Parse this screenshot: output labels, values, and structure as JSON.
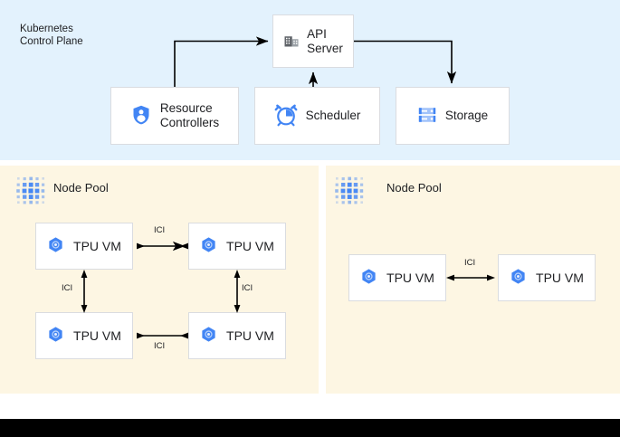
{
  "control_plane": {
    "title": "Kubernetes\nControl Plane",
    "background_color": "#e3f2fd",
    "components": [
      {
        "id": "api-server",
        "label": "API\nServer",
        "icon": "building-icon"
      },
      {
        "id": "resource-controllers",
        "label": "Resource\nControllers",
        "icon": "shield-user-icon"
      },
      {
        "id": "scheduler",
        "label": "Scheduler",
        "icon": "alarm-clock-icon"
      },
      {
        "id": "storage",
        "label": "Storage",
        "icon": "server-rack-icon"
      }
    ],
    "connections": [
      {
        "from": "resource-controllers",
        "to": "api-server",
        "direction": "to"
      },
      {
        "from": "scheduler",
        "to": "api-server",
        "direction": "to"
      },
      {
        "from": "api-server",
        "to": "storage",
        "direction": "to"
      }
    ]
  },
  "node_pools": [
    {
      "id": "node-pool-left",
      "title": "Node Pool",
      "icon": "dot-matrix-icon",
      "background_color": "#fdf6e3",
      "vms": [
        {
          "id": "tpu-l-tl",
          "label": "TPU VM",
          "icon": "tpu-hexagon-icon"
        },
        {
          "id": "tpu-l-tr",
          "label": "TPU VM",
          "icon": "tpu-hexagon-icon"
        },
        {
          "id": "tpu-l-bl",
          "label": "TPU VM",
          "icon": "tpu-hexagon-icon"
        },
        {
          "id": "tpu-l-br",
          "label": "TPU VM",
          "icon": "tpu-hexagon-icon"
        }
      ],
      "links": [
        {
          "id": "ici-l-top",
          "label": "ICI",
          "from": "tpu-l-tl",
          "to": "tpu-l-tr",
          "direction": "bidirectional"
        },
        {
          "id": "ici-l-bottom",
          "label": "ICI",
          "from": "tpu-l-bl",
          "to": "tpu-l-br",
          "direction": "bidirectional"
        },
        {
          "id": "ici-l-left",
          "label": "ICI",
          "from": "tpu-l-tl",
          "to": "tpu-l-bl",
          "direction": "bidirectional"
        },
        {
          "id": "ici-l-right",
          "label": "ICI",
          "from": "tpu-l-tr",
          "to": "tpu-l-br",
          "direction": "bidirectional"
        }
      ]
    },
    {
      "id": "node-pool-right",
      "title": "Node Pool",
      "icon": "dot-matrix-icon",
      "background_color": "#fdf6e3",
      "vms": [
        {
          "id": "tpu-r-l",
          "label": "TPU VM",
          "icon": "tpu-hexagon-icon"
        },
        {
          "id": "tpu-r-r",
          "label": "TPU VM",
          "icon": "tpu-hexagon-icon"
        }
      ],
      "links": [
        {
          "id": "ici-r",
          "label": "ICI",
          "from": "tpu-r-l",
          "to": "tpu-r-r",
          "direction": "bidirectional"
        }
      ]
    }
  ],
  "colors": {
    "control_plane_bg": "#e3f2fd",
    "node_pool_bg": "#fdf6e3",
    "card_bg": "#ffffff",
    "card_border": "#dadce0",
    "accent_blue": "#4285f4",
    "accent_light_blue": "#a1c2fa",
    "icon_gray": "#5f6368",
    "text": "#202124",
    "connector": "#000000",
    "bottom_bar": "#000000"
  }
}
